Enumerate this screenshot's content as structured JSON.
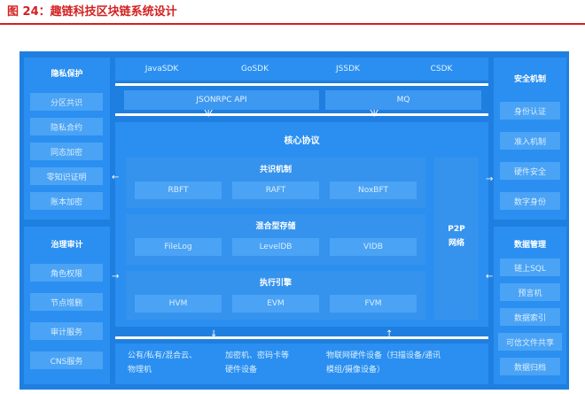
{
  "figure": {
    "title": "图 24：趣链科技区块链系统设计"
  },
  "left_top": {
    "title": "隐私保护",
    "items": [
      "分区共识",
      "隐私合约",
      "同态加密",
      "零知识证明",
      "账本加密"
    ]
  },
  "left_bottom": {
    "title": "治理审计",
    "items": [
      "角色权限",
      "节点增删",
      "审计服务",
      "CNS服务"
    ]
  },
  "right_top": {
    "title": "安全机制",
    "items": [
      "身份认证",
      "准入机制",
      "硬件安全",
      "数字身份"
    ]
  },
  "right_bottom": {
    "title": "数据管理",
    "items": [
      "链上SQL",
      "预言机",
      "数据索引",
      "可信文件共享",
      "数据归档"
    ]
  },
  "sdks": [
    "JavaSDK",
    "GoSDK",
    "JSSDK",
    "CSDK"
  ],
  "apis": [
    "JSONRPC API",
    "MQ"
  ],
  "core": {
    "title": "核心协议",
    "consensus": {
      "title": "共识机制",
      "items": [
        "RBFT",
        "RAFT",
        "NoxBFT"
      ]
    },
    "storage": {
      "title": "混合型存储",
      "items": [
        "FileLog",
        "LevelDB",
        "VIDB"
      ]
    },
    "execution": {
      "title": "执行引擎",
      "items": [
        "HVM",
        "EVM",
        "FVM"
      ]
    },
    "p2p": {
      "line1": "P2P",
      "line2": "网络"
    }
  },
  "hardware": [
    {
      "line1": "公有/私有/混合云、",
      "line2": "物理机"
    },
    {
      "line1": "加密机、密码卡等",
      "line2": "硬件设备"
    },
    {
      "line1": "物联网硬件设备（扫描设备/通讯",
      "line2": "模组/摄像设备）"
    }
  ],
  "arrows": {
    "left": "←",
    "right": "→",
    "down": "↓",
    "up": "↑",
    "plug": "ᗐ"
  }
}
